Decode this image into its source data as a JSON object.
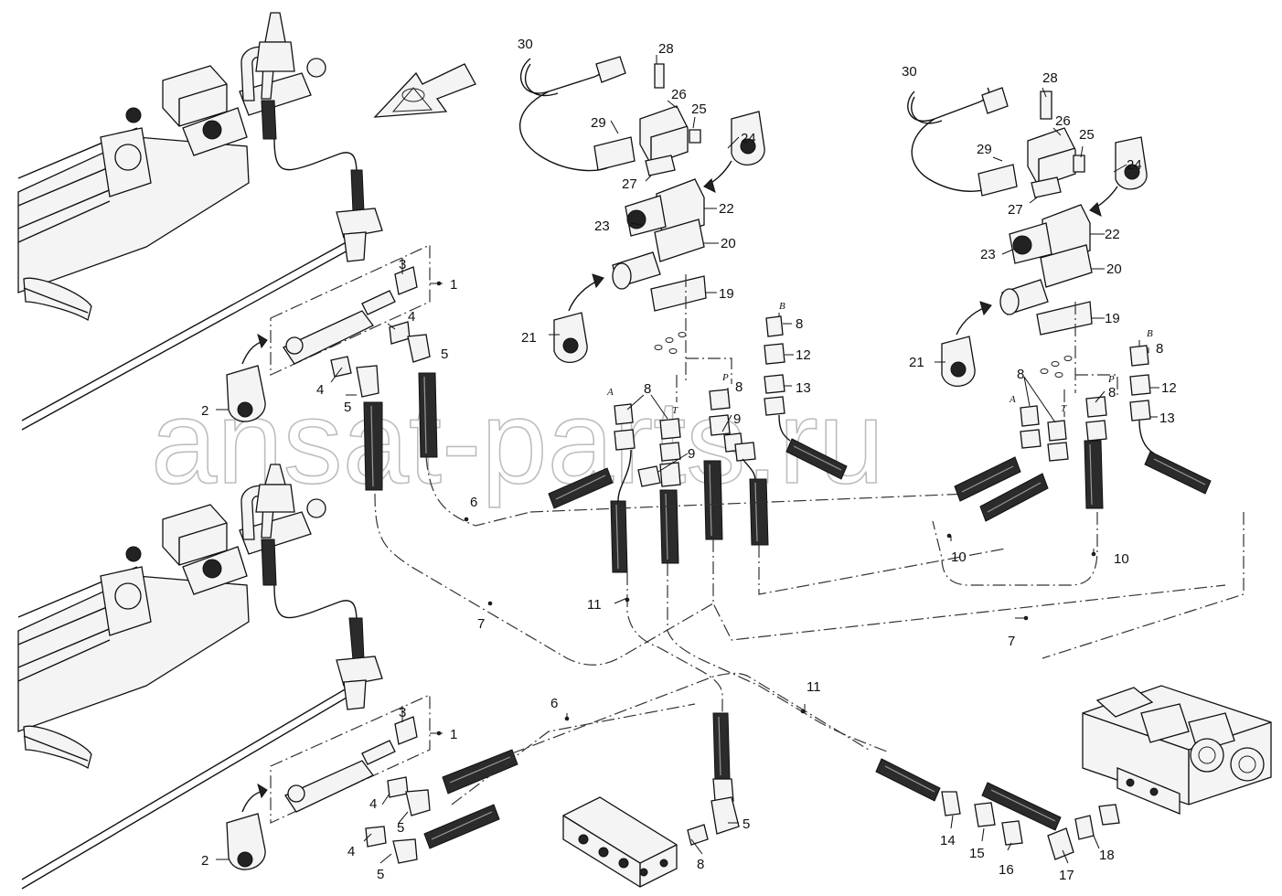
{
  "watermark": "ansat-parts.ru",
  "port_letters": {
    "a": "A",
    "b": "B",
    "p": "P",
    "t": "T"
  },
  "callouts": [
    {
      "id": "c30a",
      "text": "30"
    },
    {
      "id": "c28a",
      "text": "28"
    },
    {
      "id": "c26a",
      "text": "26"
    },
    {
      "id": "c25a",
      "text": "25"
    },
    {
      "id": "c24a",
      "text": "24"
    },
    {
      "id": "c29a",
      "text": "29"
    },
    {
      "id": "c27a",
      "text": "27"
    },
    {
      "id": "c22a",
      "text": "22"
    },
    {
      "id": "c23a",
      "text": "23"
    },
    {
      "id": "c20a",
      "text": "20"
    },
    {
      "id": "c19a",
      "text": "19"
    },
    {
      "id": "c21a",
      "text": "21"
    },
    {
      "id": "c8a",
      "text": "8"
    },
    {
      "id": "c12a",
      "text": "12"
    },
    {
      "id": "c13a",
      "text": "13"
    },
    {
      "id": "c8b",
      "text": "8"
    },
    {
      "id": "c8c",
      "text": "8"
    },
    {
      "id": "c9a",
      "text": "9"
    },
    {
      "id": "c9b",
      "text": "9"
    },
    {
      "id": "c11a",
      "text": "11"
    },
    {
      "id": "c6a",
      "text": "6"
    },
    {
      "id": "c7a",
      "text": "7"
    },
    {
      "id": "c30b",
      "text": "30"
    },
    {
      "id": "c28b",
      "text": "28"
    },
    {
      "id": "c26b",
      "text": "26"
    },
    {
      "id": "c25b",
      "text": "25"
    },
    {
      "id": "c24b",
      "text": "24"
    },
    {
      "id": "c29b",
      "text": "29"
    },
    {
      "id": "c27b",
      "text": "27"
    },
    {
      "id": "c22b",
      "text": "22"
    },
    {
      "id": "c23b",
      "text": "23"
    },
    {
      "id": "c20b",
      "text": "20"
    },
    {
      "id": "c19b",
      "text": "19"
    },
    {
      "id": "c21b",
      "text": "21"
    },
    {
      "id": "c8d",
      "text": "8"
    },
    {
      "id": "c8e",
      "text": "8"
    },
    {
      "id": "c8f",
      "text": "8"
    },
    {
      "id": "c12b",
      "text": "12"
    },
    {
      "id": "c13b",
      "text": "13"
    },
    {
      "id": "c10a",
      "text": "10"
    },
    {
      "id": "c10b",
      "text": "10"
    },
    {
      "id": "c7b",
      "text": "7"
    },
    {
      "id": "c1a",
      "text": "1"
    },
    {
      "id": "c3a",
      "text": "3"
    },
    {
      "id": "c4a",
      "text": "4"
    },
    {
      "id": "c5a",
      "text": "5"
    },
    {
      "id": "c4b",
      "text": "4"
    },
    {
      "id": "c5b",
      "text": "5"
    },
    {
      "id": "c2a",
      "text": "2"
    },
    {
      "id": "c1b",
      "text": "1"
    },
    {
      "id": "c3b",
      "text": "3"
    },
    {
      "id": "c4c",
      "text": "4"
    },
    {
      "id": "c5c",
      "text": "5"
    },
    {
      "id": "c4d",
      "text": "4"
    },
    {
      "id": "c5d",
      "text": "5"
    },
    {
      "id": "c2b",
      "text": "2"
    },
    {
      "id": "c6b",
      "text": "6"
    },
    {
      "id": "c11b",
      "text": "11"
    },
    {
      "id": "c5e",
      "text": "5"
    },
    {
      "id": "c8g",
      "text": "8"
    },
    {
      "id": "c14",
      "text": "14"
    },
    {
      "id": "c15",
      "text": "15"
    },
    {
      "id": "c16",
      "text": "16"
    },
    {
      "id": "c17",
      "text": "17"
    },
    {
      "id": "c18",
      "text": "18"
    }
  ]
}
